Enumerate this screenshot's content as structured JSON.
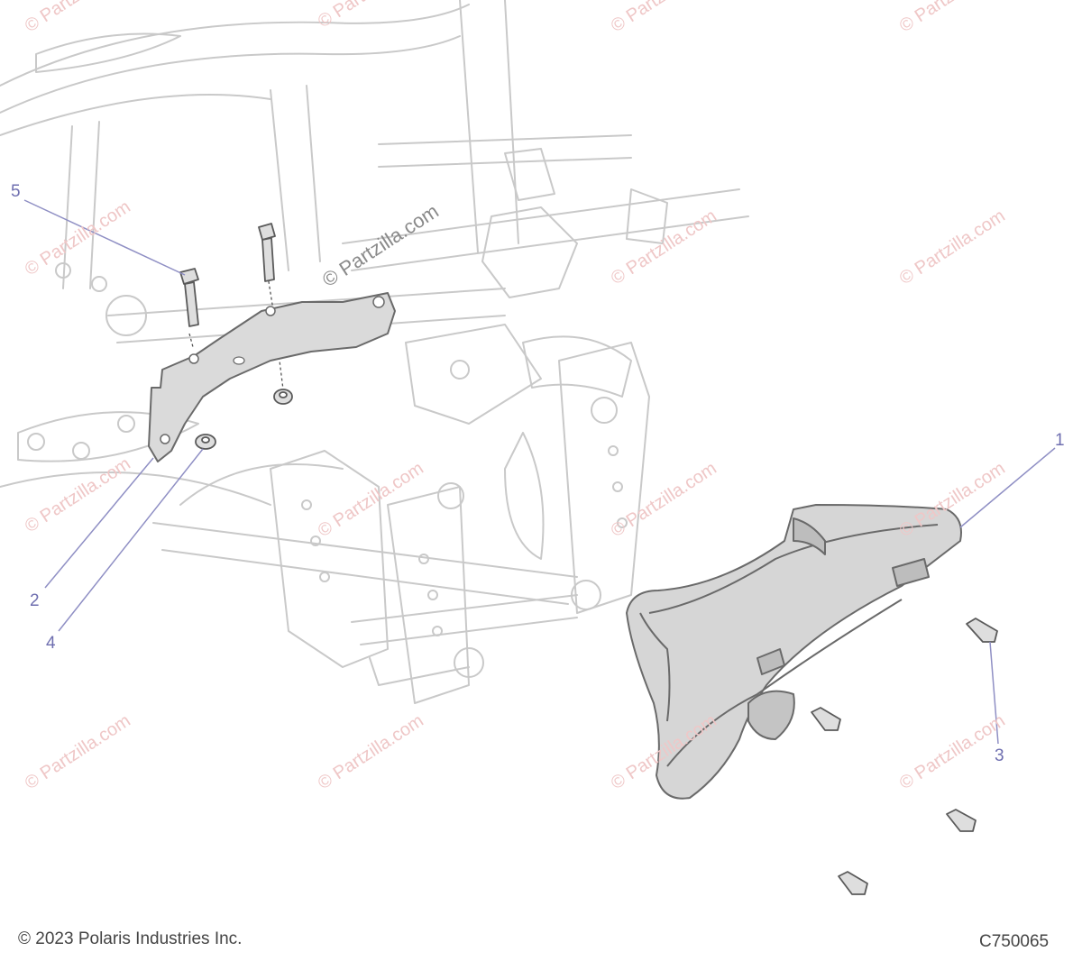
{
  "callouts": {
    "c1": "1",
    "c2": "2",
    "c3": "3",
    "c4": "4",
    "c5": "5"
  },
  "footer": {
    "copyright": "© 2023 Polaris Industries Inc.",
    "code": "C750065"
  },
  "watermark": "© Partzilla.com",
  "colors": {
    "callout": "#6f6fb0",
    "leader": "#8f8fc4",
    "frame_stroke": "#c9c9c9",
    "part_stroke": "#6a6a6a",
    "bumper_fill": "#d6d6d6",
    "watermark": "#efc7c7"
  }
}
